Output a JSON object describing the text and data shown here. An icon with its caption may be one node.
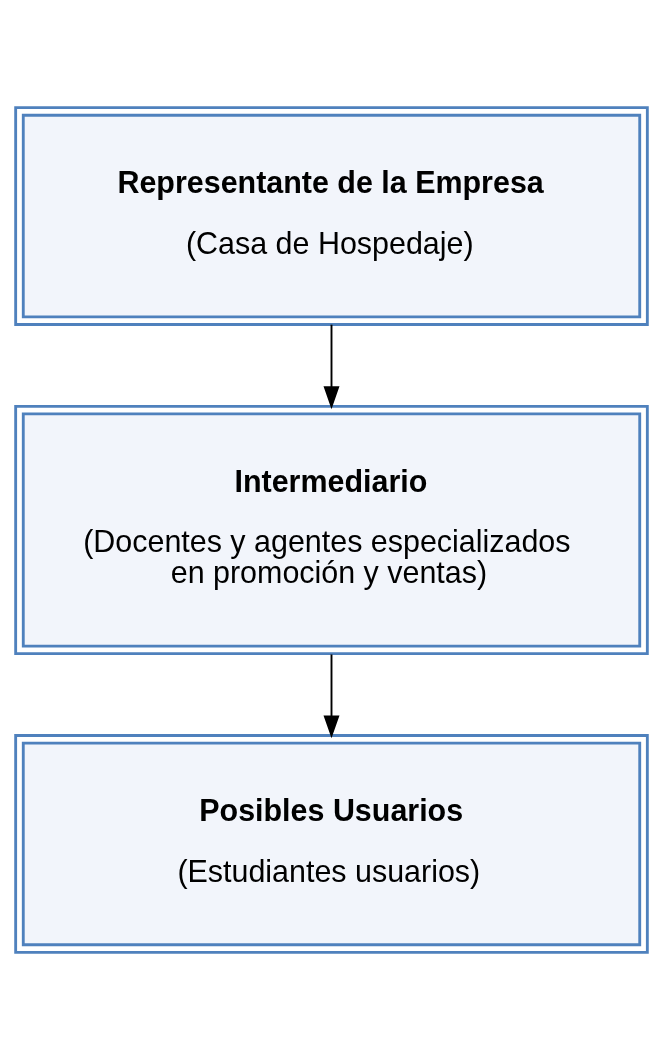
{
  "diagram": {
    "nodes": [
      {
        "text": [
          "Representante de la Empresa",
          "(Casa de Hospedaje)"
        ]
      },
      {
        "text": [
          "Intermediario",
          "(Docentes y agentes especializados en promoción y ventas)"
        ]
      },
      {
        "text": [
          "Posibles Usuarios",
          "(Estudiantes usuarios)"
        ]
      }
    ],
    "edges": [
      {
        "from": 0,
        "to": 1,
        "arrow": "to"
      },
      {
        "from": 1,
        "to": 2,
        "arrow": "to"
      }
    ]
  }
}
